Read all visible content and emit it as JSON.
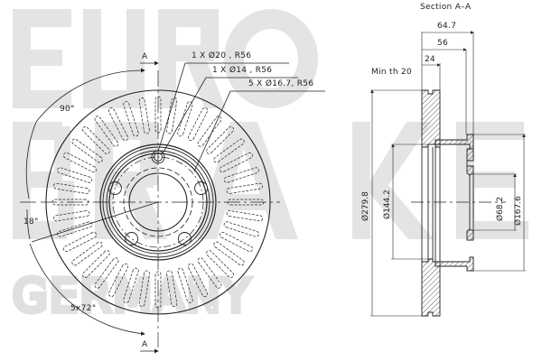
{
  "watermark": {
    "line1": "EURO",
    "line2": "BRAKE",
    "line3": "GERMANY",
    "color": "#e3e3e3"
  },
  "front_view": {
    "section_marker_top": "A",
    "section_marker_bottom": "A",
    "callouts": [
      "1 X Ø20 , R56",
      "1 X Ø14 , R56",
      "5 X Ø16.7, R56"
    ],
    "angles": {
      "top": "90°",
      "left": "18°",
      "bottom": "5x72°"
    }
  },
  "section_view": {
    "title": "Section A–A",
    "min_thickness": "Min th 20",
    "dimensions": {
      "overall_height": "64.7",
      "hat_height": "56",
      "disc_thickness": "24",
      "outer_diameter": "Ø279.8",
      "inner_ring_diameter": "Ø144.2",
      "center_bore": "Ø68.2",
      "hat_diameter": "Ø167.6"
    }
  },
  "colors": {
    "line": "#222222",
    "hatch": "#333333",
    "background": "#ffffff"
  }
}
